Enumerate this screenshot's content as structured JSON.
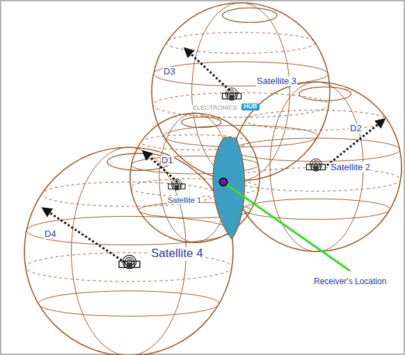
{
  "diagram": {
    "labels": [
      "D3",
      "Satellite 3",
      "ELECTRONICS",
      "HUB",
      "D2",
      "Satellite 2",
      "D1",
      "Satellite 1",
      "D4",
      "Satellite 4",
      "Receiver's Location"
    ]
  }
}
